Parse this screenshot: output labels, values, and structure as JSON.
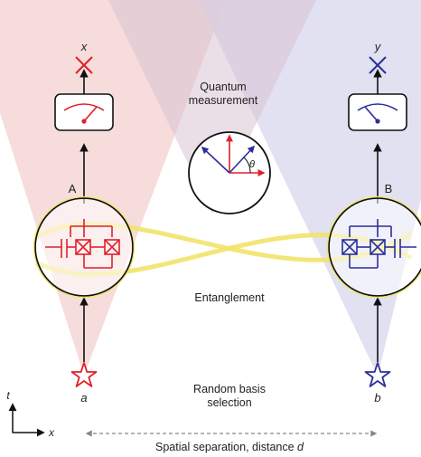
{
  "labels": {
    "quantum_measurement": [
      "Quantum",
      "measurement"
    ],
    "entanglement": "Entanglement",
    "random_basis_selection": [
      "Random basis",
      "selection"
    ],
    "spatial_separation": "Spatial separation, distance ",
    "distance_symbol": "d",
    "node_a": "A",
    "node_b": "B",
    "output_x": "x",
    "output_y": "y",
    "input_a": "a",
    "input_b": "b",
    "angle": "θ",
    "axis_t": "t",
    "axis_x": "x"
  },
  "colors": {
    "red": "#e0202a",
    "blue": "#2a2f9a",
    "black": "#111111",
    "entanglement_yellow": "#f2e36a",
    "cone_red": "#f6d6d6",
    "cone_blue": "#dcdcef",
    "cone_overlap": "#d9c2d3",
    "gray_text": "#222222",
    "dashed_gray": "#888888"
  }
}
